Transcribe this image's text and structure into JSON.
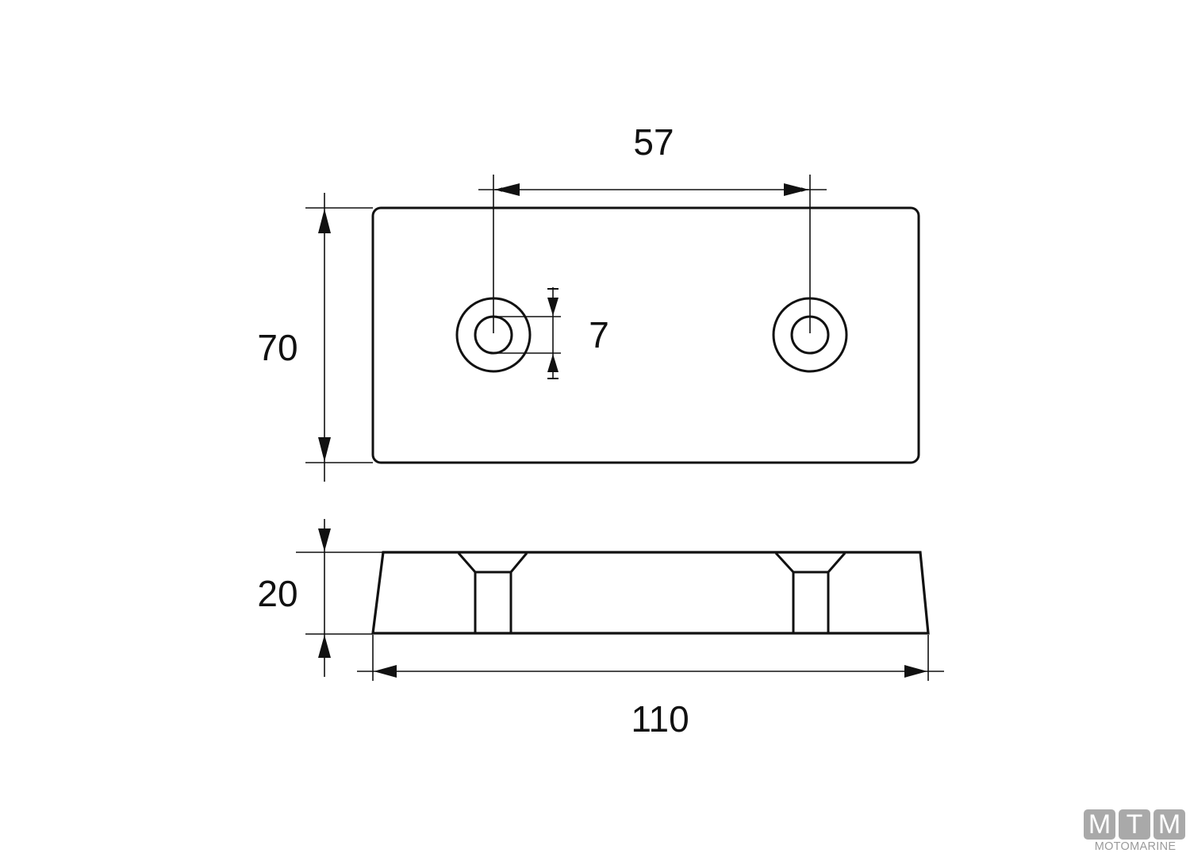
{
  "drawing": {
    "top_view": {
      "dim_hole_spacing": "57",
      "dim_height": "70",
      "dim_hole_diameter": "7"
    },
    "side_view": {
      "dim_thickness": "20",
      "dim_length": "110"
    },
    "line_color": "#111111"
  },
  "logo": {
    "letters": [
      "M",
      "T",
      "M"
    ],
    "brand": "MOTOMARINE",
    "color": "#a9a9a9"
  }
}
